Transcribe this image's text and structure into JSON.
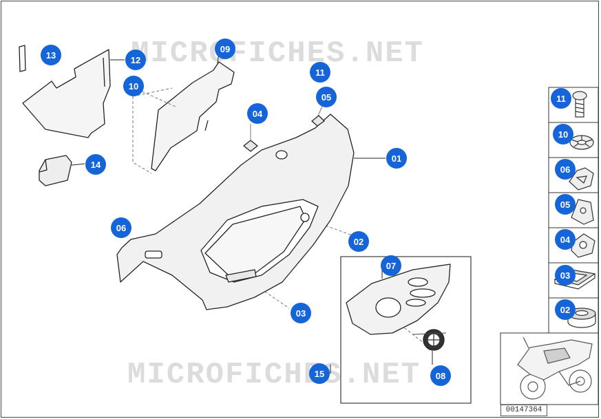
{
  "watermark": {
    "text": "MICROFICHES.NET",
    "color": "#dcdcdc"
  },
  "accent": "#1565d8",
  "diagram_number": "00147364",
  "callouts": [
    {
      "id": "c13",
      "label": "13"
    },
    {
      "id": "c12",
      "label": "12"
    },
    {
      "id": "c09",
      "label": "09"
    },
    {
      "id": "c10a",
      "label": "10"
    },
    {
      "id": "c04a",
      "label": "04"
    },
    {
      "id": "c11a",
      "label": "11"
    },
    {
      "id": "c05a",
      "label": "05"
    },
    {
      "id": "c01",
      "label": "01"
    },
    {
      "id": "c14",
      "label": "14"
    },
    {
      "id": "c06a",
      "label": "06"
    },
    {
      "id": "c02a",
      "label": "02"
    },
    {
      "id": "c07",
      "label": "07"
    },
    {
      "id": "c03a",
      "label": "03"
    },
    {
      "id": "c15",
      "label": "15"
    },
    {
      "id": "c08",
      "label": "08"
    }
  ],
  "legend": [
    {
      "label": "11",
      "part": "screw-icon"
    },
    {
      "label": "10",
      "part": "spring-nut-icon"
    },
    {
      "label": "06",
      "part": "clip-nut-icon"
    },
    {
      "label": "05",
      "part": "u-nut-icon"
    },
    {
      "label": "04",
      "part": "cage-nut-icon"
    },
    {
      "label": "03",
      "part": "rubber-pad-icon"
    },
    {
      "label": "02",
      "part": "grommet-icon"
    }
  ]
}
